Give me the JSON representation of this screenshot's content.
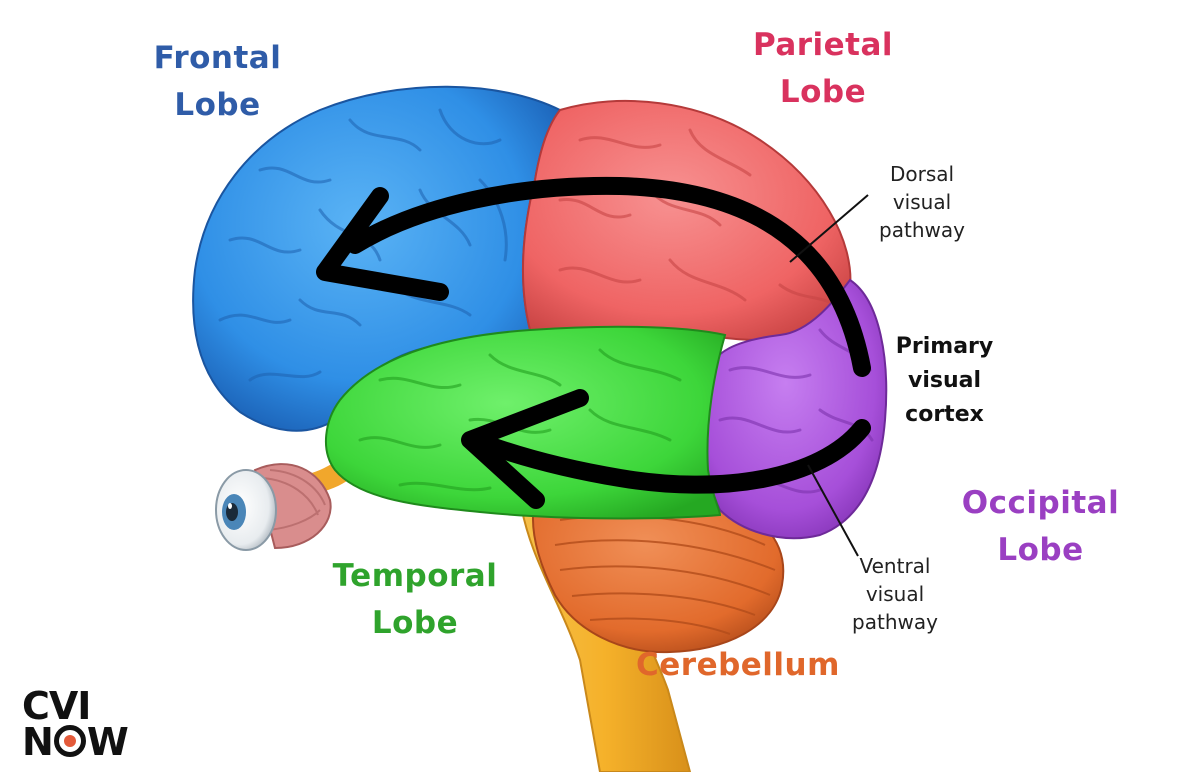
{
  "labels": {
    "frontal": [
      "Frontal",
      "Lobe"
    ],
    "parietal": [
      "Parietal",
      "Lobe"
    ],
    "temporal": [
      "Temporal",
      "Lobe"
    ],
    "occipital": [
      "Occipital",
      "Lobe"
    ],
    "cerebellum": "Cerebellum",
    "dorsal": [
      "Dorsal",
      "visual",
      "pathway"
    ],
    "ventral": [
      "Ventral",
      "visual",
      "pathway"
    ],
    "primary": [
      "Primary",
      "visual",
      "cortex"
    ]
  },
  "logo": {
    "line1": "CVI",
    "line2_start": "N",
    "line2_end": "W"
  },
  "colors": {
    "frontal": "#2f8fe6",
    "frontal_text": "#2f5ca8",
    "parietal": "#ef6464",
    "parietal_text": "#d9325e",
    "temporal": "#3dd63a",
    "temporal_text": "#2fa32c",
    "occipital": "#a64fd9",
    "occipital_text": "#9a3fc2",
    "cerebellum": "#e26b2c",
    "cerebellum_text": "#e0672b",
    "stem": "#f5b12a",
    "arrow": "#000000",
    "logo_dot": "#e35a3a"
  }
}
